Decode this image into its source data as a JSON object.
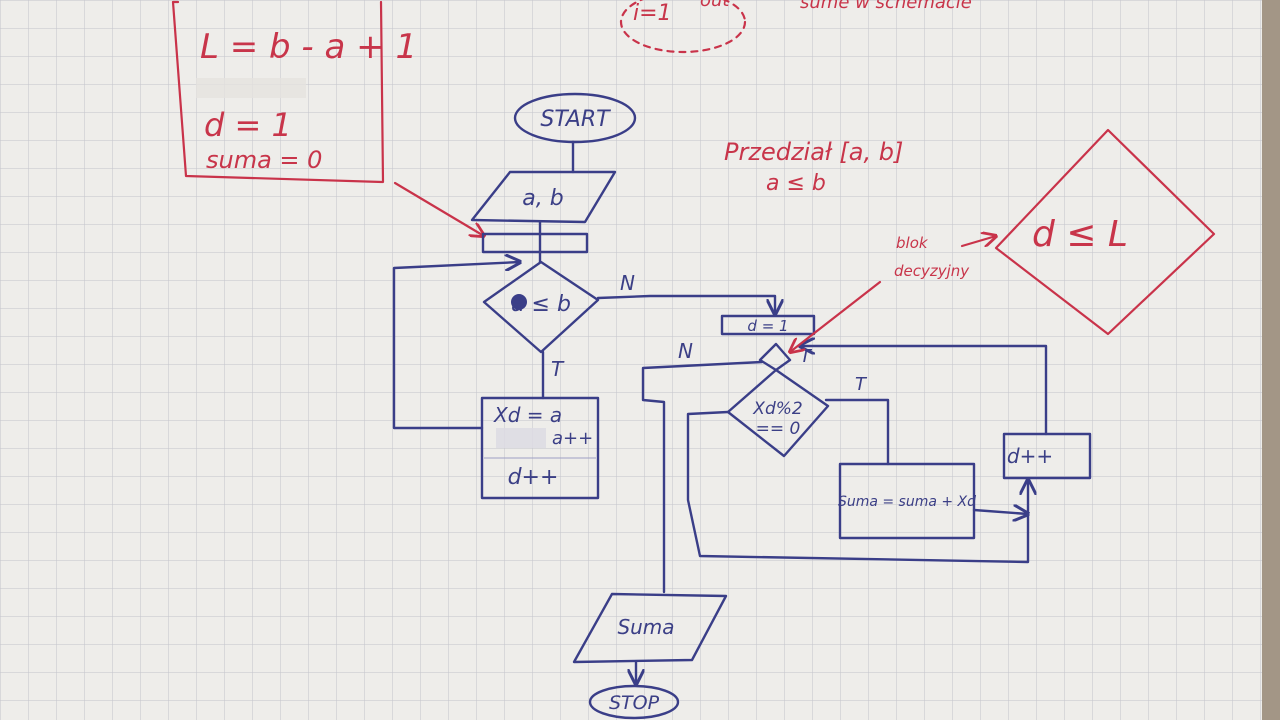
{
  "top_fragments": {
    "text_a": "i=1",
    "text_b": "out",
    "text_c": "sume w schemacie"
  },
  "note_box": {
    "line1": "L = b - a + 1",
    "line2": "d = 1",
    "line3": "suma = 0"
  },
  "flow": {
    "start": "START",
    "input": "a, b",
    "cond_main": "a ≤ b",
    "label_no_main": "N",
    "label_yes_main": "T",
    "loop_line1": "Xd = a",
    "loop_line2": "a++",
    "loop_line3": "d++",
    "assign_d": "d = 1",
    "label_no_inner": "N",
    "label_yes_inner_a": "T",
    "label_yes_inner_b": "T",
    "cond_mod_line1": "Xd%2",
    "cond_mod_line2": "== 0",
    "sum_op": "Suma = suma + Xd",
    "inc_d": "d++",
    "output": "Suma",
    "stop": "STOP"
  },
  "annotations": {
    "range_line1": "Przedział [a, b]",
    "range_line2": "a ≤ b",
    "decision_label_line1": "blok",
    "decision_label_line2": "decyzyjny",
    "decision_example": "d ≤ L"
  },
  "colors": {
    "paper": "#eeedea",
    "grid": "#bfc0c7",
    "red_ink": "#c9334a",
    "blue_ink": "#3a3e88"
  }
}
